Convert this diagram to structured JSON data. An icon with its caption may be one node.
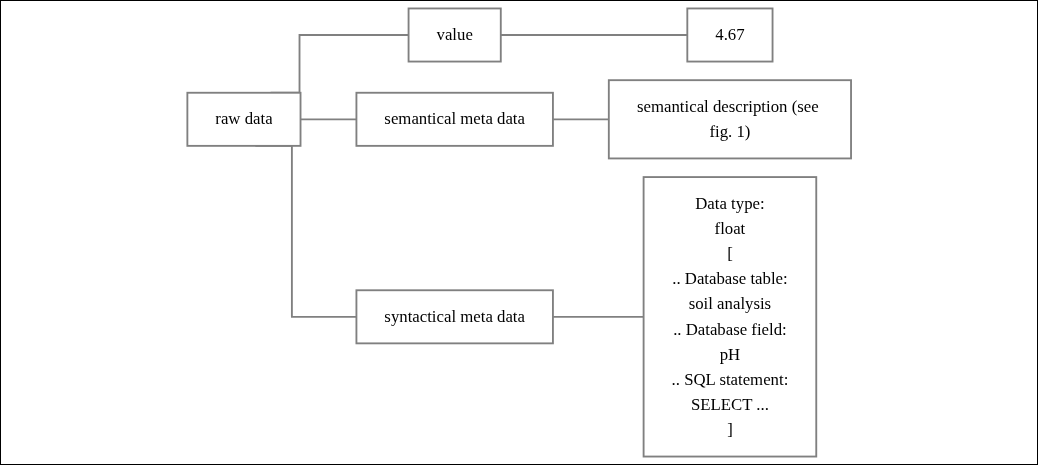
{
  "diagram": {
    "nodes": [
      {
        "text": [
          "raw data"
        ]
      },
      {
        "text": [
          "value"
        ]
      },
      {
        "text": [
          "4.67"
        ]
      },
      {
        "text": [
          "semantical meta data"
        ]
      },
      {
        "text": [
          "semantical description (see fig. 1)"
        ]
      },
      {
        "text": [
          "syntactical meta data"
        ]
      },
      {
        "text": [
          "Data type:",
          "float",
          "[",
          ".. Database table:",
          "soil analysis",
          ".. Database field:",
          "pH",
          ".. SQL statement:",
          "SELECT ...",
          "]"
        ]
      }
    ],
    "edges": [
      {
        "from": 0,
        "to": 1,
        "arrow": "none"
      },
      {
        "from": 0,
        "to": 3,
        "arrow": "none"
      },
      {
        "from": 0,
        "to": 5,
        "arrow": "none"
      },
      {
        "from": 1,
        "to": 2,
        "arrow": "none"
      },
      {
        "from": 3,
        "to": 4,
        "arrow": "none"
      },
      {
        "from": 5,
        "to": 6,
        "arrow": "none"
      }
    ]
  }
}
